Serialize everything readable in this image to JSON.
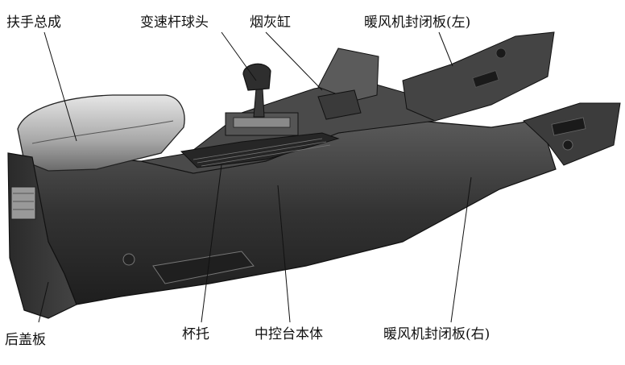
{
  "labels": {
    "armrest": "扶手总成",
    "shift_knob": "变速杆球头",
    "ashtray": "烟灰缸",
    "hvac_cover_left": "暖风机封闭板(左)",
    "rear_cover": "后盖板",
    "cup_holder": "杯托",
    "console_body": "中控台本体",
    "hvac_cover_right": "暖风机封闭板(右)"
  },
  "colors": {
    "body_dark": "#2c2c2c",
    "body_mid": "#4a4a4a",
    "highlight": "#bdbdbd",
    "leader_line": "#111111"
  }
}
